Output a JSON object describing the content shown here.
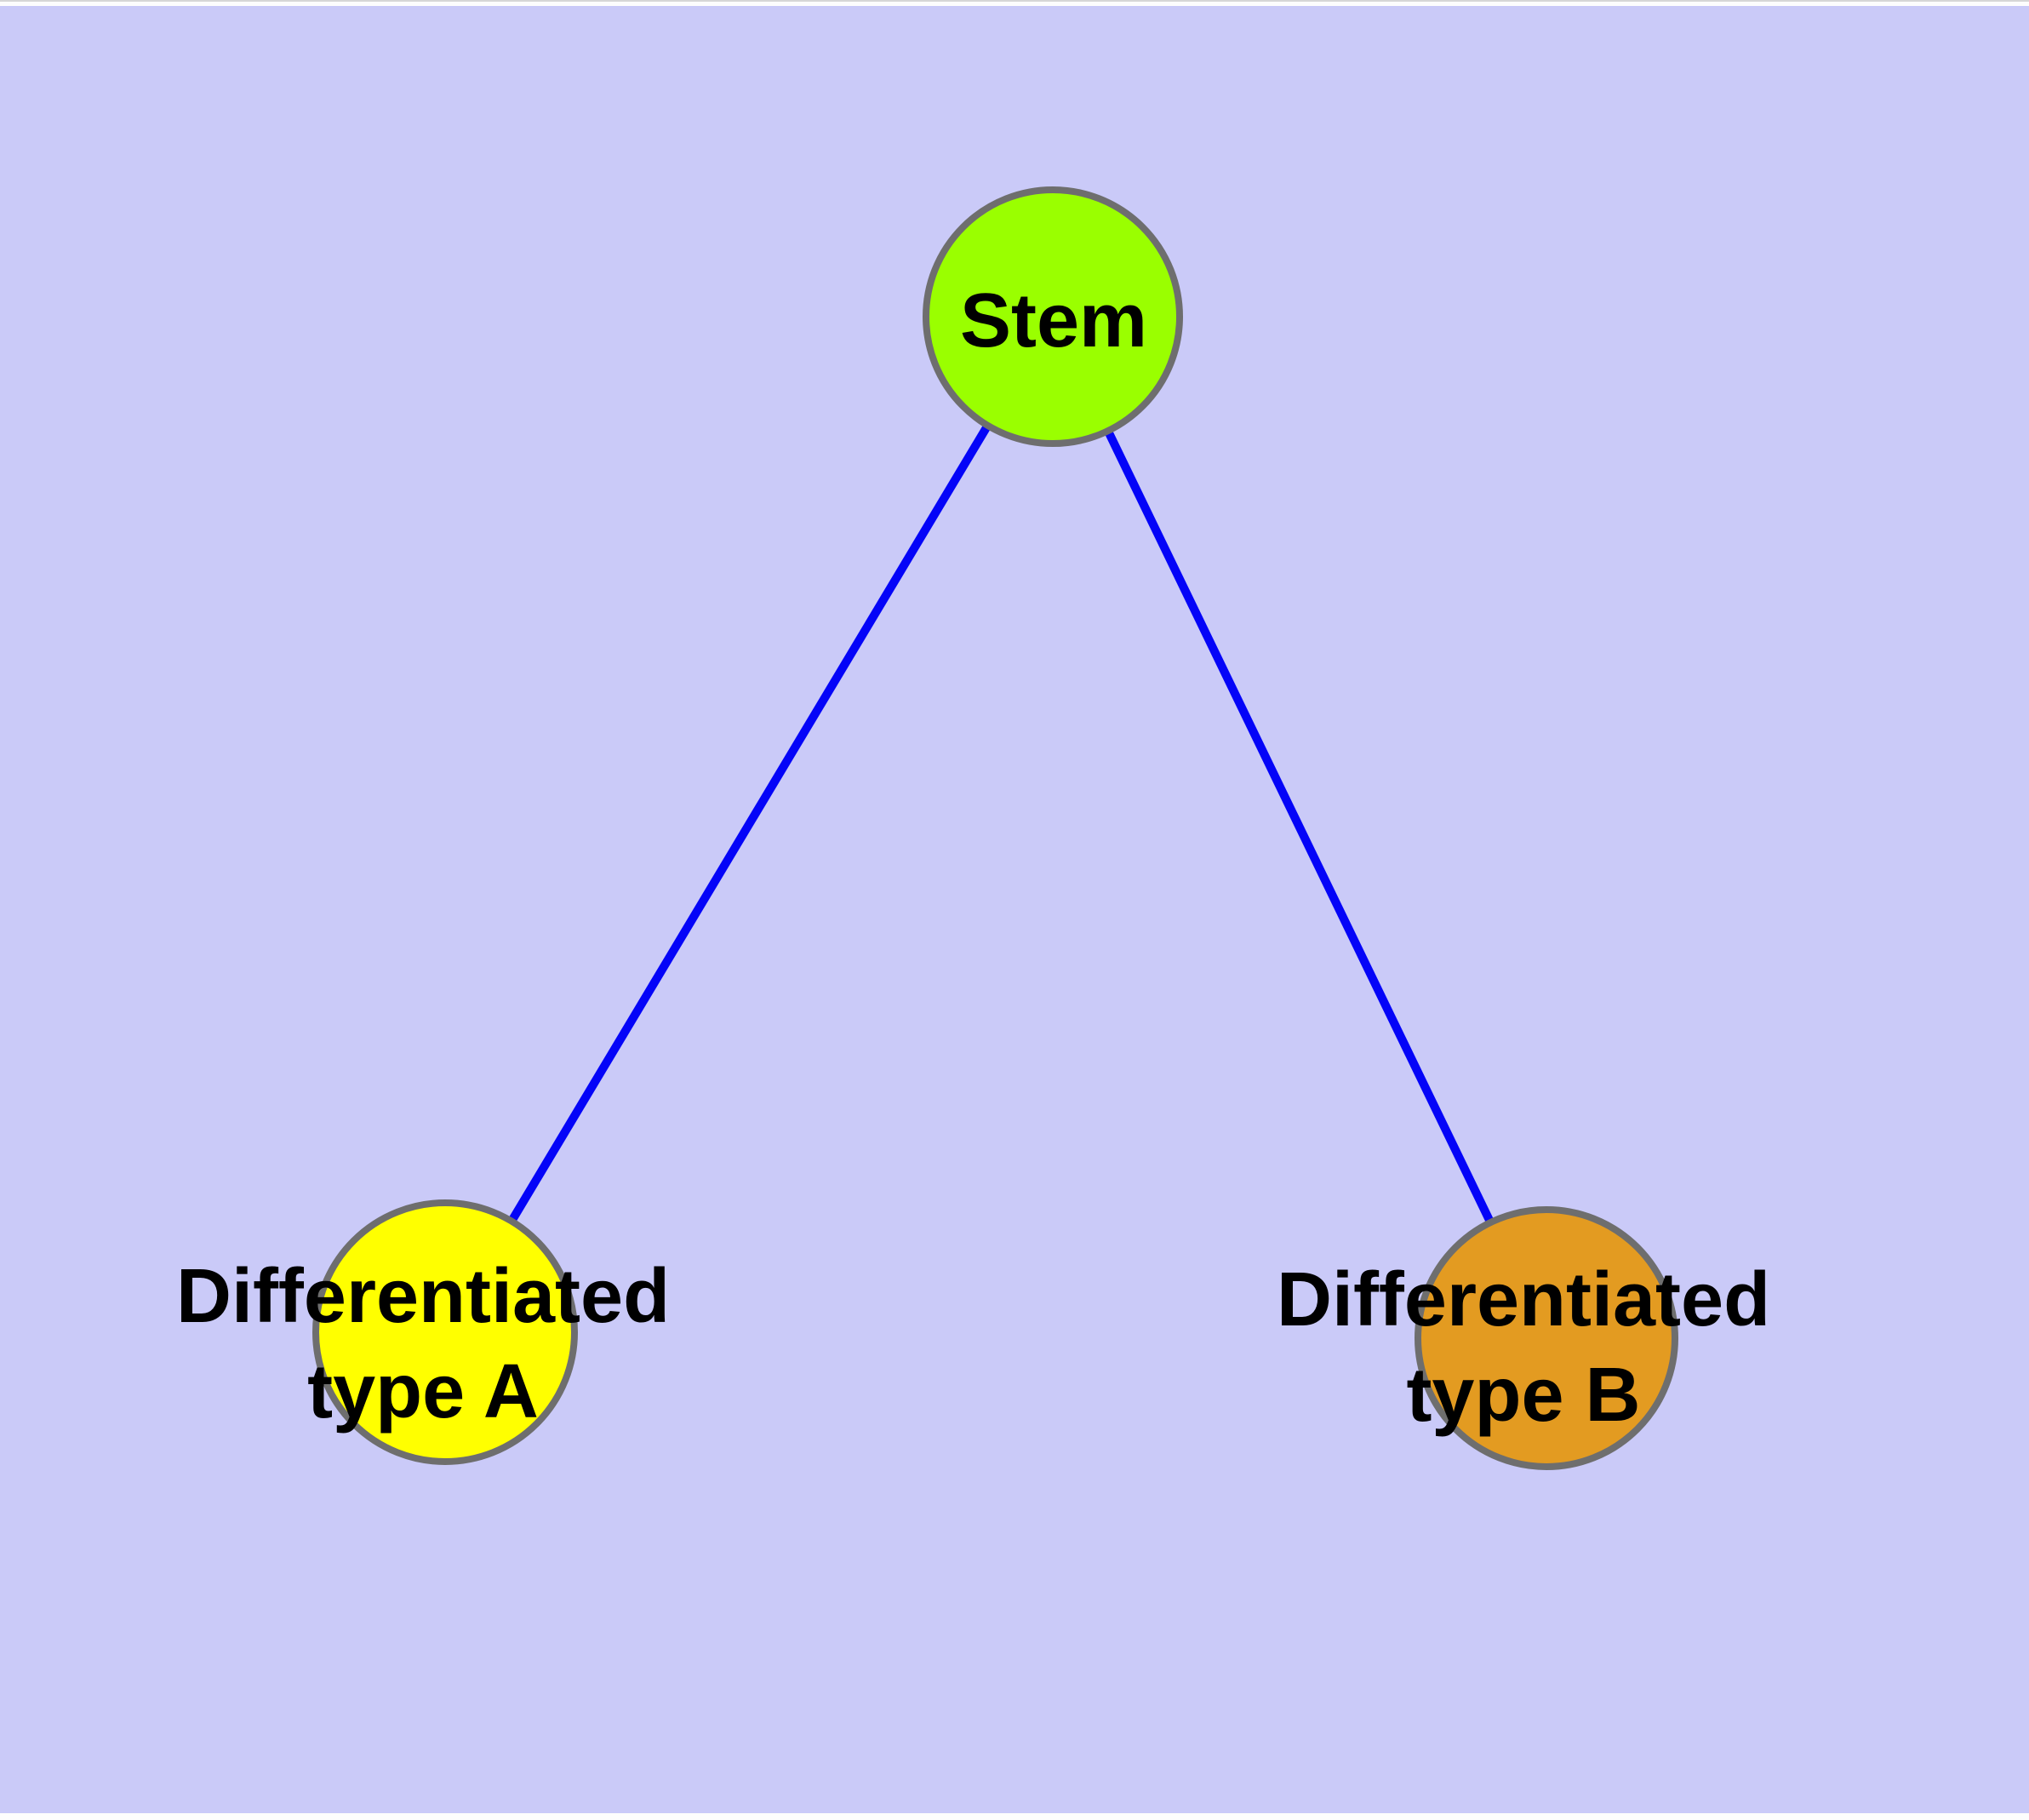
{
  "diagram": {
    "type": "graph",
    "title": "",
    "background_color": "#cacaf8",
    "edge_color": "#0404f8",
    "node_border_color": "#6e6e6e",
    "label_color": "#000000",
    "nodes": [
      {
        "id": "stem",
        "label": "Stem",
        "color": "#9aff00"
      },
      {
        "id": "differentiated-type-a",
        "label": "Differentiated\ntype A",
        "color": "#ffff00"
      },
      {
        "id": "differentiated-type-b",
        "label": "Differentiated\ntype B",
        "color": "#e39b21"
      }
    ],
    "edges": [
      {
        "from": "stem",
        "to": "differentiated-type-a"
      },
      {
        "from": "stem",
        "to": "differentiated-type-b"
      }
    ]
  }
}
